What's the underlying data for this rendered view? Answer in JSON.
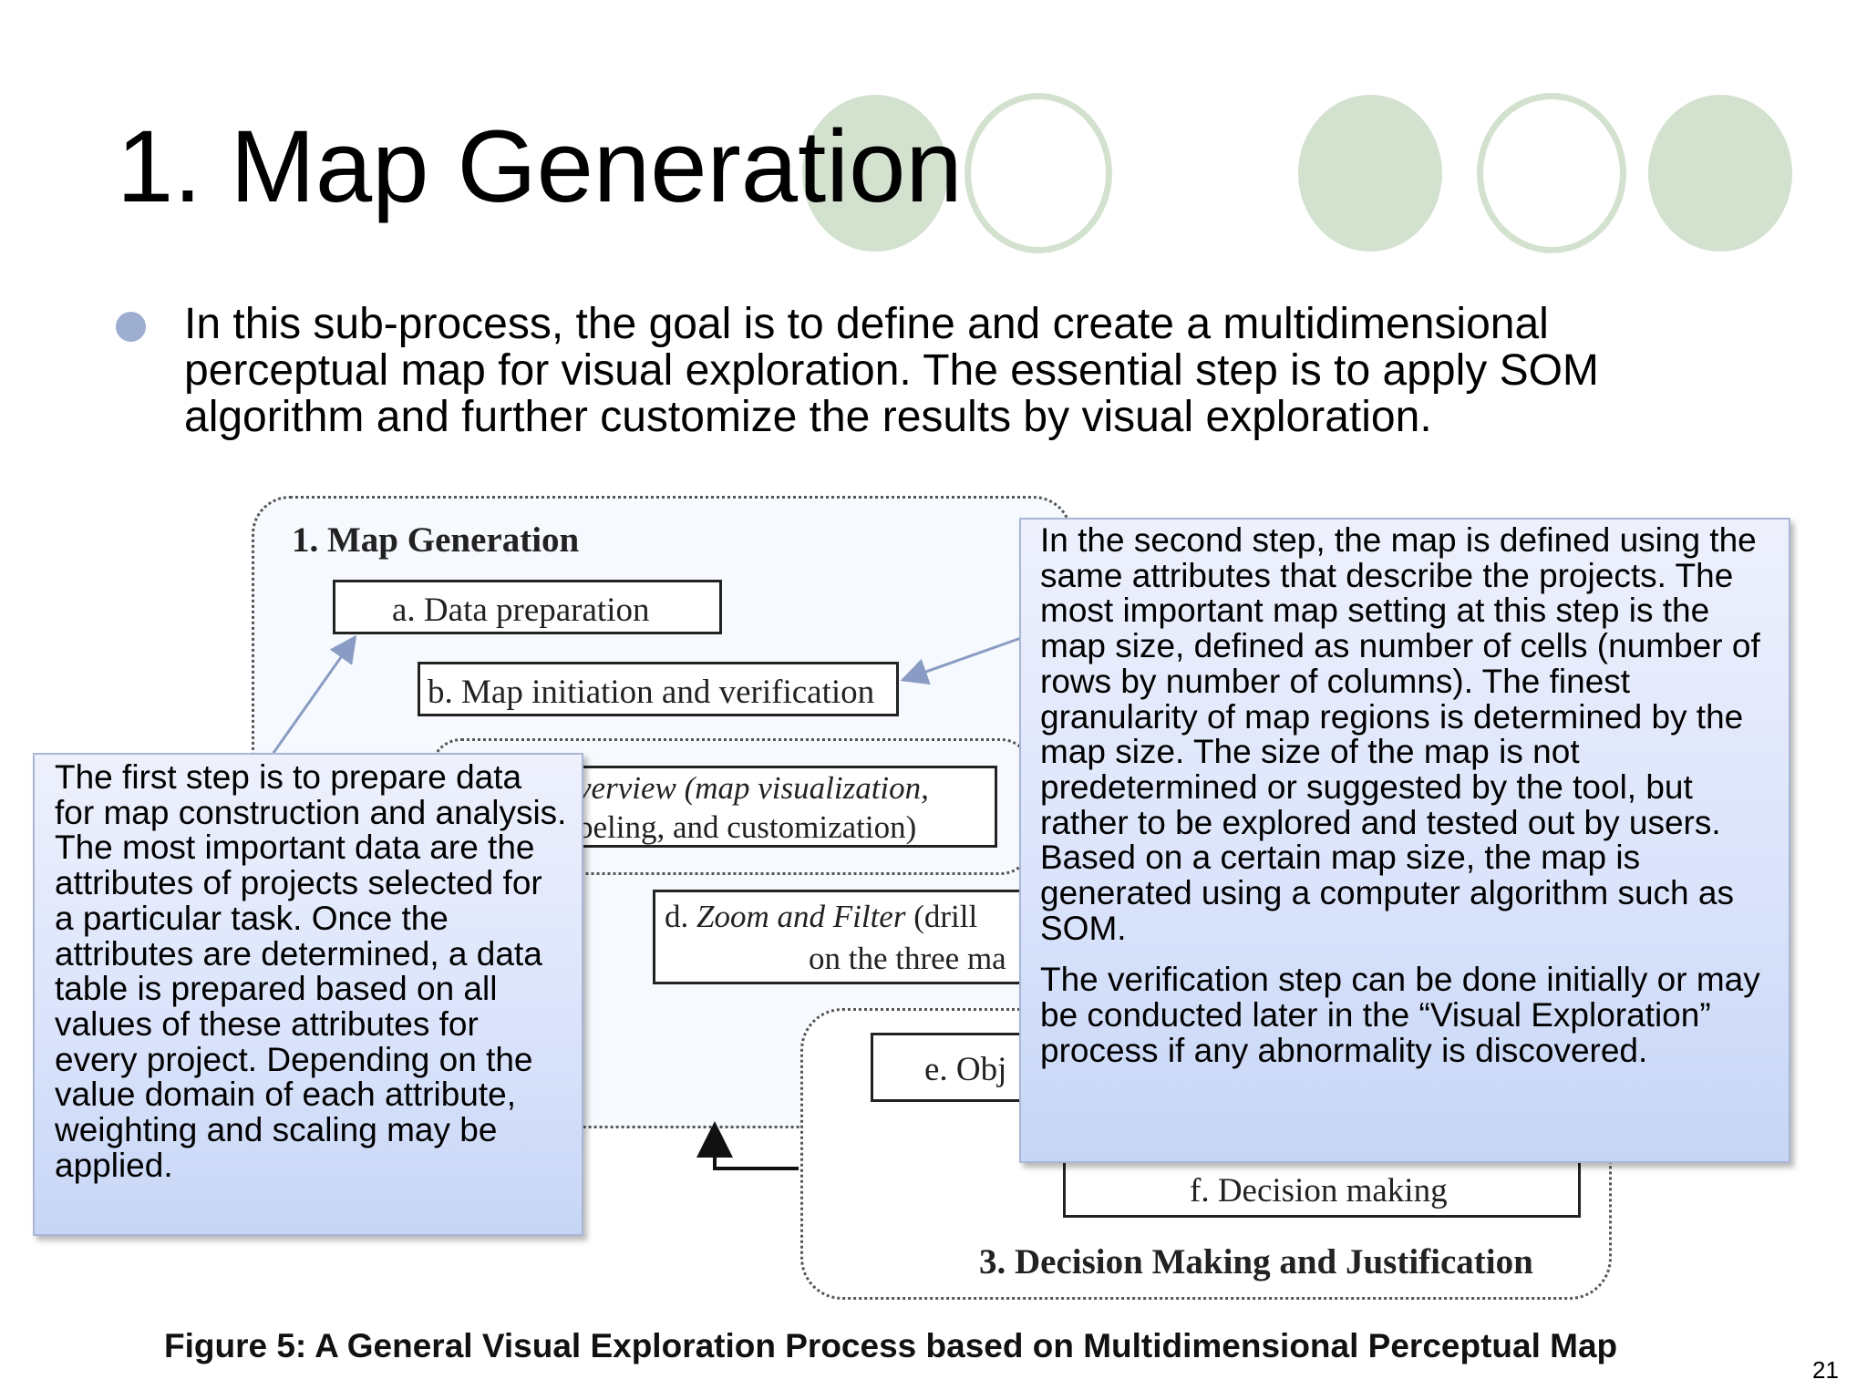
{
  "slide": {
    "title": "1. Map Generation",
    "bullet": "In this sub-process, the goal is to define and create a multidimensional perceptual map for visual exploration. The essential step is to apply SOM algorithm and further customize the results by visual exploration.",
    "page_number": "21"
  },
  "figure": {
    "section1_heading": "1. Map Generation",
    "box_a": "a. Data preparation",
    "box_b": "b. Map initiation and verification",
    "box_c_line1": "verview (map visualization,",
    "box_c_line2": "beling, and customization)",
    "box_d_italic": "Zoom and Filter",
    "box_d_prefix": "d. ",
    "box_d_rest1": " (drill",
    "box_d_line2": "on the three ma",
    "box_e": "e. Obj",
    "box_f": "f. Decision making",
    "section3_heading": "3. Decision Making and Justification",
    "caption": "Figure 5: A General Visual Exploration Process based on Multidimensional Perceptual Map"
  },
  "callouts": {
    "left": "The first step is to prepare data for map construction and analysis. The most important data are the attributes of projects selected for a particular task. Once the attributes are determined, a data table is prepared based on all values of these attributes for every project. Depending on the value domain of each attribute, weighting and scaling may be applied.",
    "right_p1": "In the second step, the map is defined using the same attributes that describe the projects. The most important map setting at this step is the map size, defined as number of cells (number of rows by number of columns). The finest granularity of map regions is determined by the map size. The size of the map is not predetermined or suggested by the tool, but rather to be explored and tested out by users. Based on a certain map size, the map is generated using a computer algorithm such as SOM.",
    "right_p2": "The verification step can be done initially or may be conducted later in the “Visual Exploration” process if any abnormality is discovered."
  },
  "colors": {
    "circle_green": "#d3e1cf",
    "bullet_blue": "#9eaed0",
    "callout_border": "#a9b6d6"
  }
}
